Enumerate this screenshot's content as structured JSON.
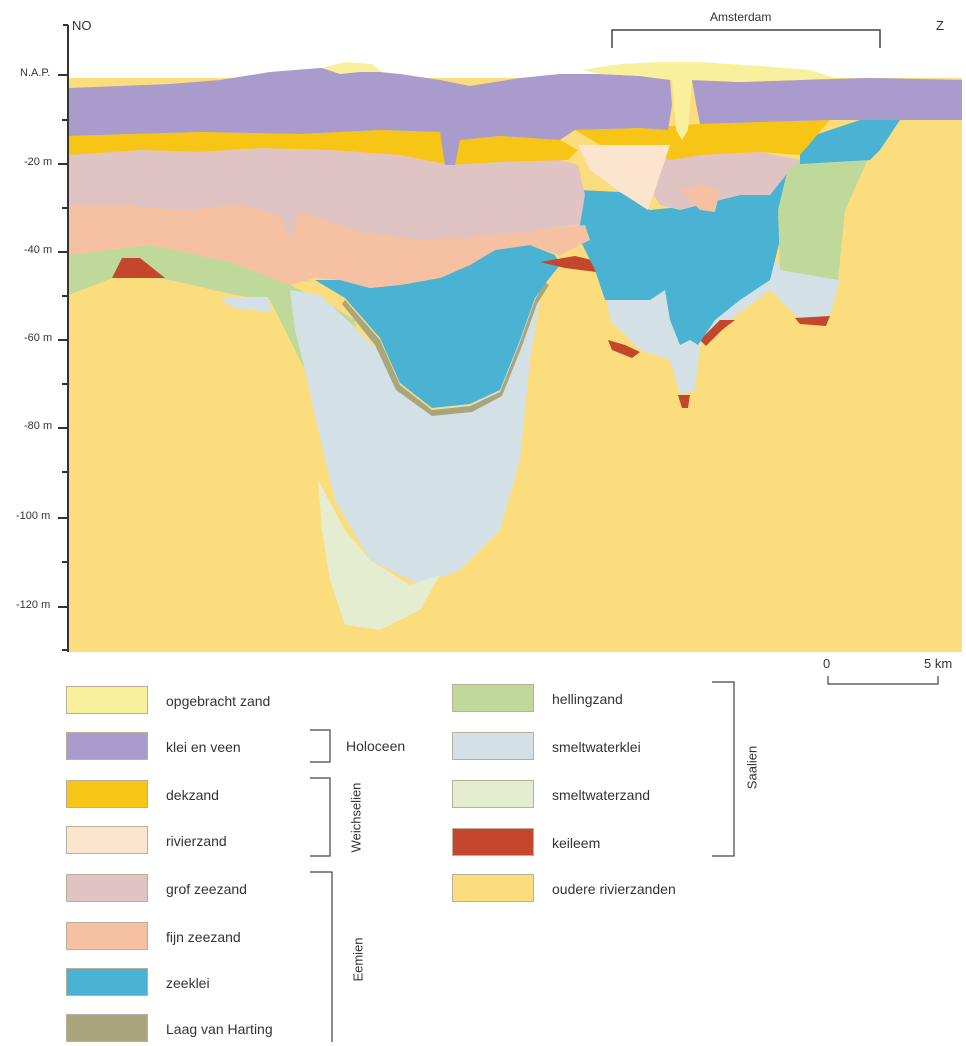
{
  "header": {
    "left_label": "NO",
    "right_label": "Z",
    "city_label": "Amsterdam"
  },
  "depth_axis": {
    "labels": [
      "N.A.P.",
      "-20 m",
      "-40 m",
      "-60 m",
      "-80 m",
      "-100 m",
      "-120 m"
    ],
    "unit": "m"
  },
  "colors": {
    "opgebracht_zand": "#f8f09c",
    "klei_en_veen": "#a99ccd",
    "dekzand": "#f7c515",
    "rivierzand": "#fbe5cf",
    "grof_zeezand": "#e0c4c3",
    "fijn_zeezand": "#f6c0a3",
    "zeeklei": "#4ab2d2",
    "laag_van_harting": "#a9a67d",
    "hellingzand": "#bfd99a",
    "smeltwaterklei": "#d3e1e6",
    "smeltwaterzand": "#e4edd0",
    "keileem": "#c3462d",
    "oudere_rivierzanden": "#fbdd7d"
  },
  "legend": {
    "left": [
      {
        "label": "opgebracht zand",
        "color": "#f8f09c"
      },
      {
        "label": "klei en veen",
        "color": "#a99ccd"
      },
      {
        "label": "dekzand",
        "color": "#f7c515"
      },
      {
        "label": "rivierzand",
        "color": "#fbe5cf"
      },
      {
        "label": "grof zeezand",
        "color": "#e0c4c3"
      },
      {
        "label": "fijn zeezand",
        "color": "#f6c0a3"
      },
      {
        "label": "zeeklei",
        "color": "#4ab2d2"
      },
      {
        "label": "Laag van Harting",
        "color": "#a9a67d"
      }
    ],
    "right": [
      {
        "label": "hellingzand",
        "color": "#bfd99a"
      },
      {
        "label": "smeltwaterklei",
        "color": "#d3e1e6"
      },
      {
        "label": "smeltwaterzand",
        "color": "#e4edd0"
      },
      {
        "label": "keileem",
        "color": "#c3462d"
      },
      {
        "label": "oudere rivierzanden",
        "color": "#fbdd7d"
      }
    ],
    "groups": {
      "holoceen": "Holoceen",
      "weichselien": "Weichselien",
      "eemien": "Eemien",
      "saalien": "Saalien"
    }
  },
  "scale": {
    "zero": "0",
    "end": "5 km"
  }
}
